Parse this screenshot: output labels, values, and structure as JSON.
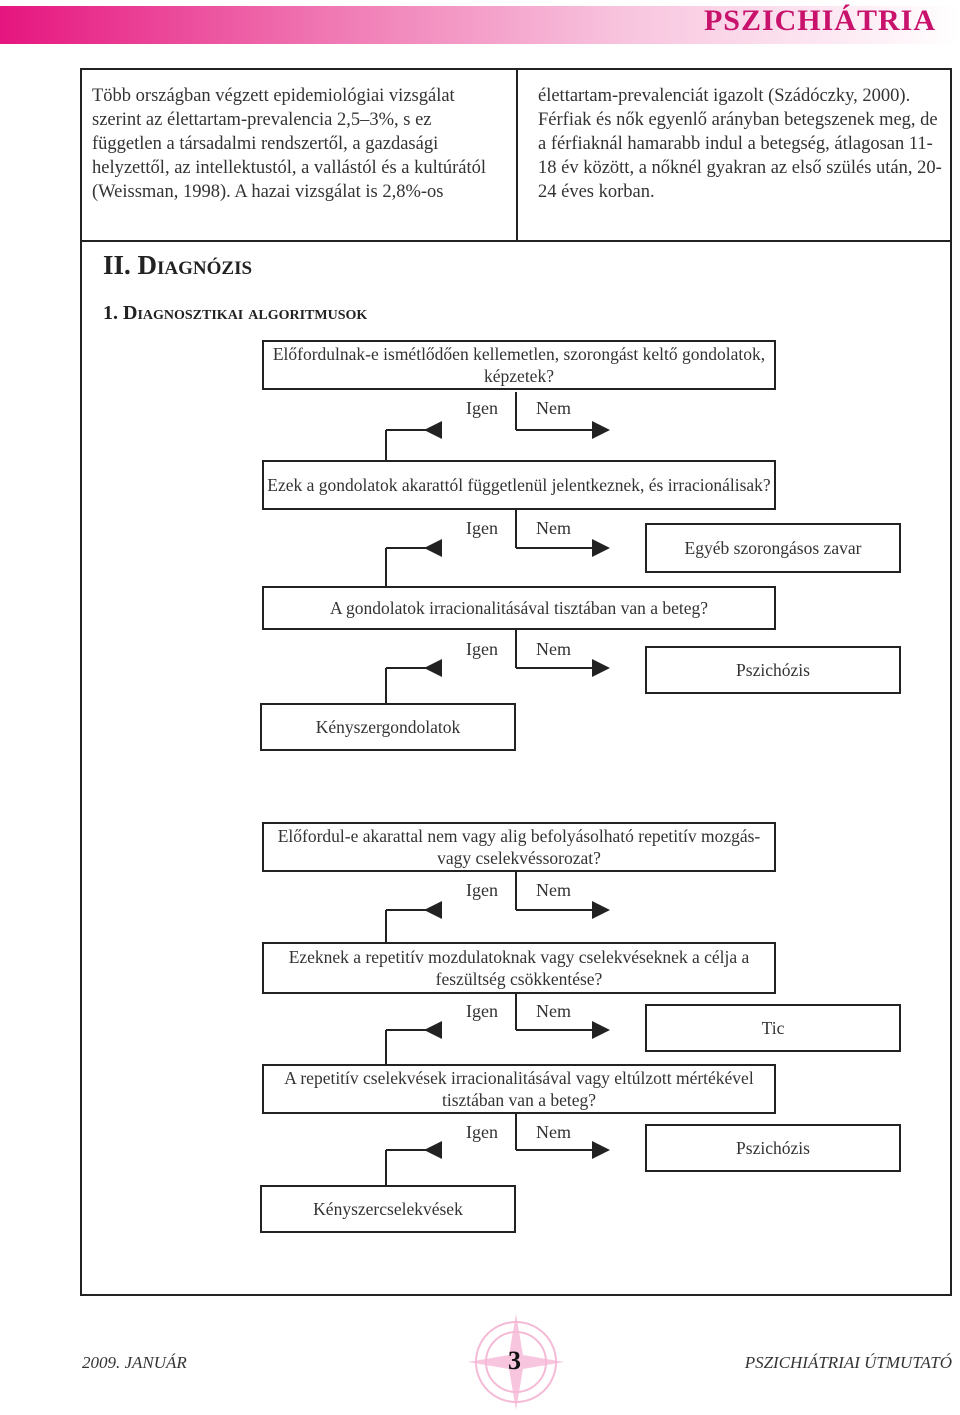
{
  "header": {
    "title": "PSZICHIÁTRIA"
  },
  "intro": {
    "left_text": "Több országban végzett epidemiológiai vizsgálat szerint az élettartam-prevalencia 2,5–3%, s ez független a társadalmi rendszertől, a gazdasági helyzettől, az intellektustól, a vallástól és a kultúrától (Weissman, 1998). A hazai vizsgálat is 2,8%-os",
    "right_text": "élettartam-prevalenciát igazolt (Szádóczky, 2000). Férfiak és nők egyenlő arányban betegszenek meg, de a férfiaknál hamarabb indul a betegség, átlagosan 11-18 év között, a nőknél gyakran az első szülés után, 20-24 éves korban."
  },
  "section": {
    "heading": "II. Diagnózis",
    "subheading": "1. Diagnosztikai algoritmusok"
  },
  "flow": {
    "yes": "Igen",
    "no": "Nem",
    "q1": "Előfordulnak-e ismétlődően kellemetlen, szorongást keltő gondolatok, képzetek?",
    "q2": "Ezek a gondolatok akarattól függetlenül jelentkeznek, és irracionálisak?",
    "r2": "Egyéb szorongásos zavar",
    "q3": "A gondolatok irracionalitásával tisztában van a beteg?",
    "r3": "Pszichózis",
    "res1": "Kényszergondolatok",
    "q4": "Előfordul-e akarattal nem vagy alig befolyásolható repetitív mozgás- vagy cselekvéssorozat?",
    "q5": "Ezeknek a repetitív mozdulatoknak vagy cselekvéseknek a célja a feszültség csökkentése?",
    "r5": "Tic",
    "q6": "A repetitív cselekvések irracionalitásával vagy eltúlzott mértékével tisztában van a beteg?",
    "r6": "Pszichózis",
    "res2": "Kényszercselekvések"
  },
  "footer": {
    "left": "2009. JANUÁR",
    "page": "3",
    "right": "PSZICHIÁTRIAI ÚTMUTATÓ"
  }
}
